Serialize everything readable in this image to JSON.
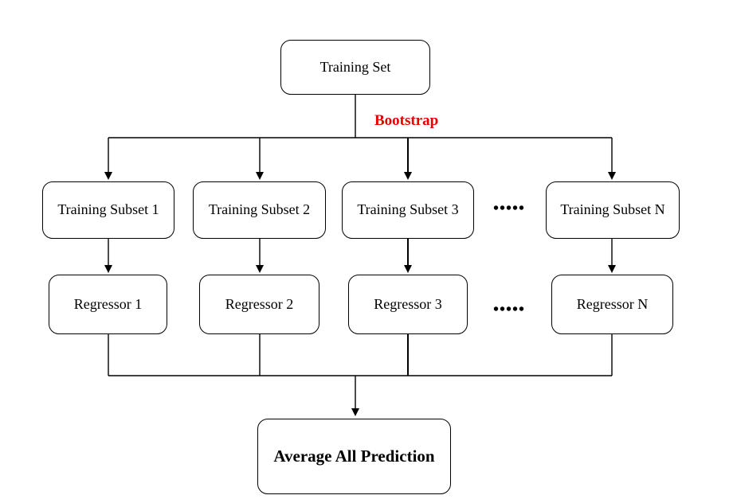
{
  "nodes": {
    "training_set": "Training Set",
    "subsets": [
      "Training Subset 1",
      "Training Subset 2",
      "Training Subset 3",
      "Training Subset N"
    ],
    "regressors": [
      "Regressor 1",
      "Regressor 2",
      "Regressor 3",
      "Regressor N"
    ],
    "average": "Average All Prediction"
  },
  "edge_label": "Bootstrap",
  "ellipsis": "•••••",
  "colors": {
    "edge_label": "#e60000",
    "stroke": "#000000"
  }
}
